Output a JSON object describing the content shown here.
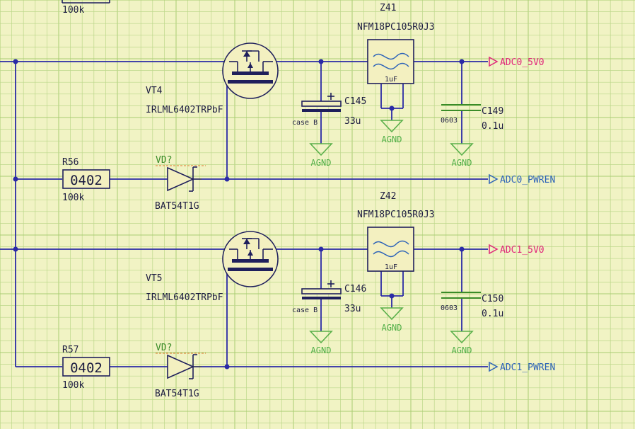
{
  "top_label": {
    "value": "100k"
  },
  "channels": [
    {
      "mosfet": {
        "ref": "VT4",
        "part": "IRLML6402TRPbF"
      },
      "resistor": {
        "ref": "R56",
        "package": "0402",
        "value": "100k"
      },
      "diode": {
        "ref": "VD?",
        "part": "BAT54T1G"
      },
      "cap_bulk": {
        "ref": "C145",
        "package": "case B",
        "value": "33u"
      },
      "filter": {
        "ref": "Z41",
        "part": "NFM18PC105R0J3",
        "value": "1uF"
      },
      "cap_small": {
        "ref": "C149",
        "package": "0603",
        "value": "0.1u"
      },
      "gnd_labels": [
        "AGND",
        "AGND",
        "AGND"
      ],
      "net_out": "ADC0_5V0",
      "net_en": "ADC0_PWREN"
    },
    {
      "mosfet": {
        "ref": "VT5",
        "part": "IRLML6402TRPbF"
      },
      "resistor": {
        "ref": "R57",
        "package": "0402",
        "value": "100k"
      },
      "diode": {
        "ref": "VD?",
        "part": "BAT54T1G"
      },
      "cap_bulk": {
        "ref": "C146",
        "package": "case B",
        "value": "33u"
      },
      "filter": {
        "ref": "Z42",
        "part": "NFM18PC105R0J3",
        "value": "1uF"
      },
      "cap_small": {
        "ref": "C150",
        "package": "0603",
        "value": "0.1u"
      },
      "gnd_labels": [
        "AGND",
        "AGND",
        "AGND"
      ],
      "net_out": "ADC1_5V0",
      "net_en": "ADC1_PWREN"
    }
  ],
  "colors": {
    "background": "#f1f3c4",
    "grid": "#bcd78a",
    "wire": "#2a2aa6",
    "ground": "#5ab04a",
    "net_power": "#e0257a",
    "net_signal": "#2d63b8",
    "component_fill": "#f3f0c0"
  }
}
